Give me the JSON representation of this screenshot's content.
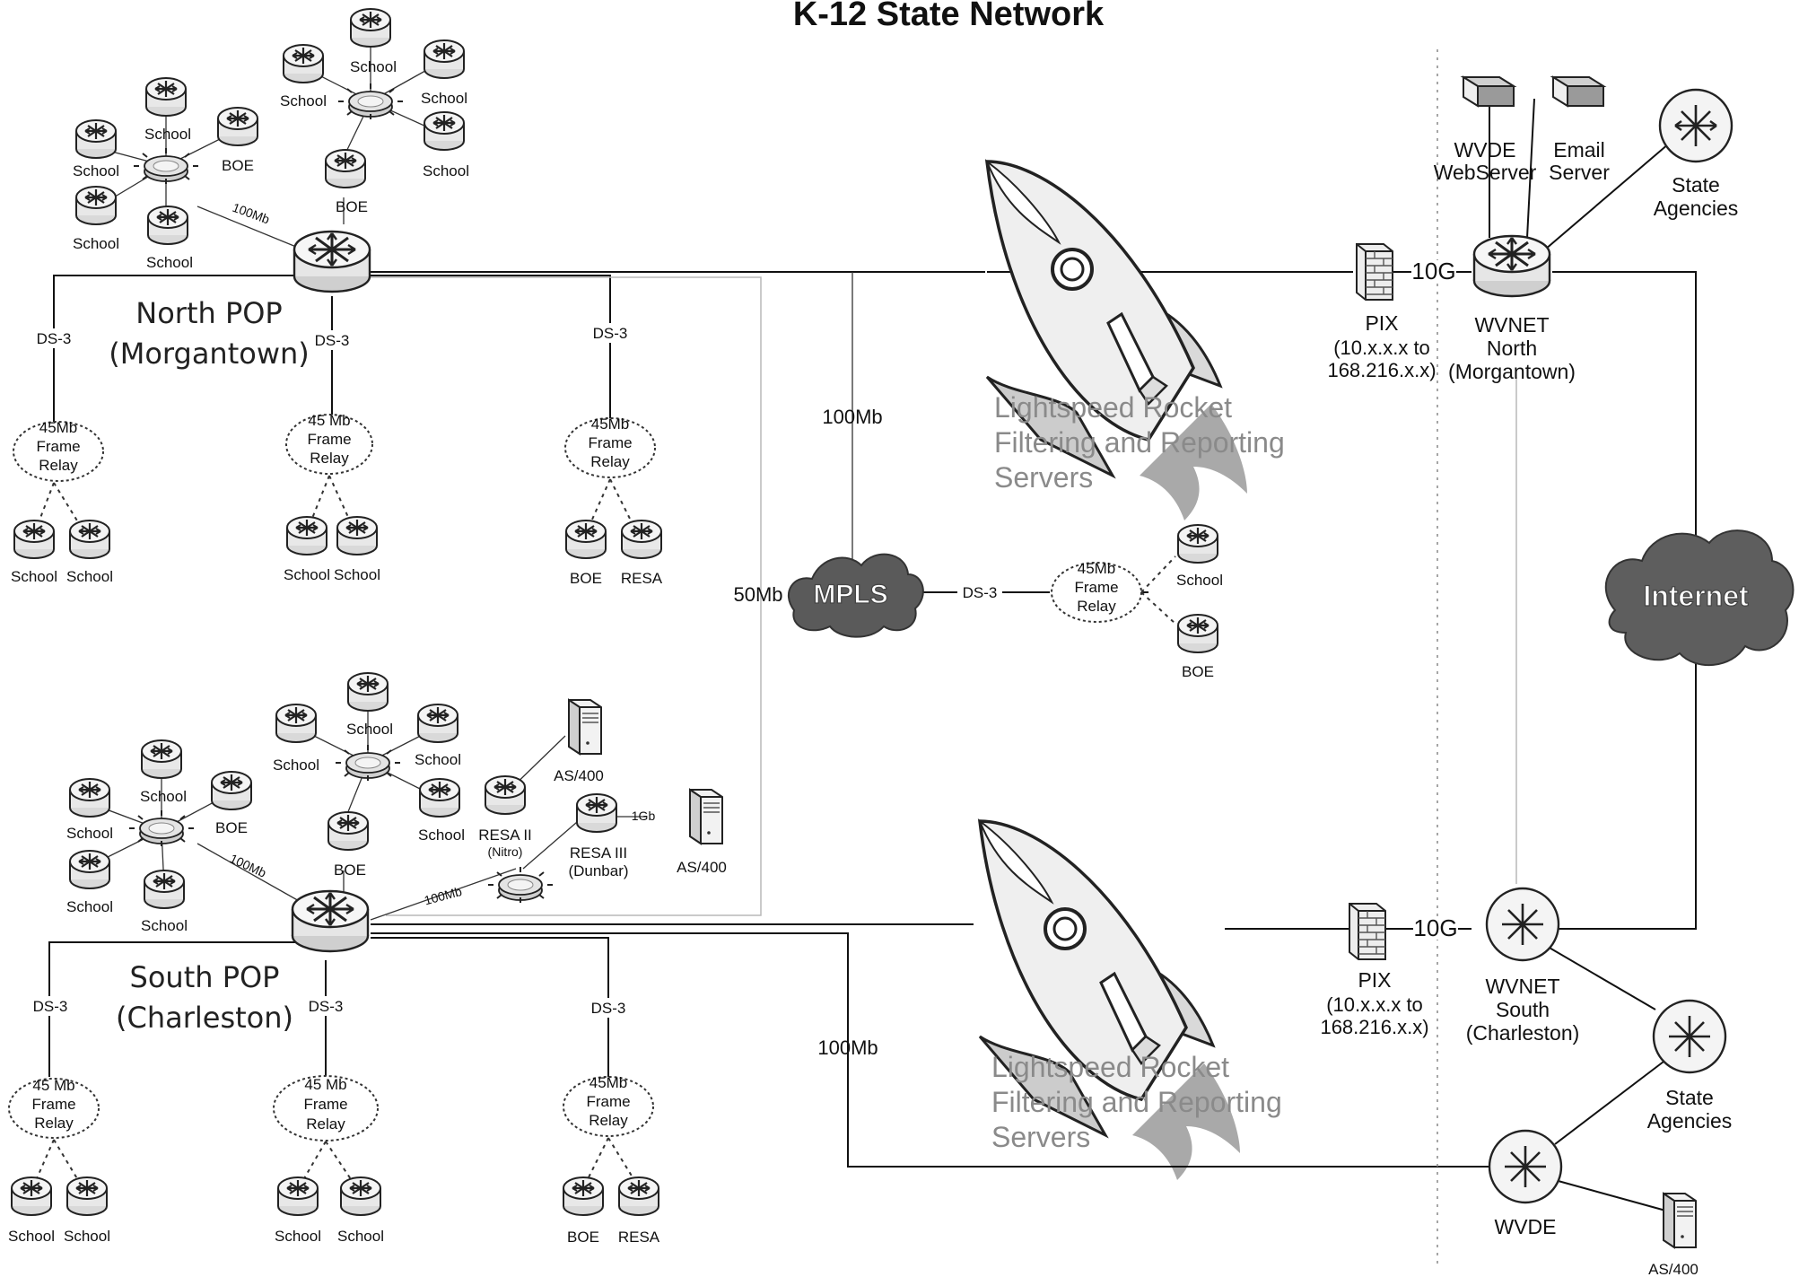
{
  "title": "K-12 State Network",
  "north": {
    "pop_name": "North POP",
    "pop_city": "(Morgantown)",
    "ring_left": {
      "top": "School",
      "left": "School",
      "right": "BOE",
      "lower_left": "School",
      "bottom": "School"
    },
    "ring_right": {
      "top": "School",
      "left": "School",
      "right": "School",
      "lower_right": "School",
      "bottom": "BOE"
    },
    "link_speed_100mb": "100Mb",
    "ds3": "DS-3",
    "frame_relays": [
      {
        "l1": "45Mb",
        "l2": "Frame",
        "l3": "Relay",
        "a": "School",
        "b": "School"
      },
      {
        "l1": "45 Mb",
        "l2": "Frame",
        "l3": "Relay",
        "a": "School",
        "b": "School"
      },
      {
        "l1": "45Mb",
        "l2": "Frame",
        "l3": "Relay",
        "a": "BOE",
        "b": "RESA"
      }
    ]
  },
  "south": {
    "pop_name": "South POP",
    "pop_city": "(Charleston)",
    "ring_left": {
      "top": "School",
      "left": "School",
      "right": "BOE",
      "lower_left": "School",
      "bottom": "School"
    },
    "ring_right": {
      "top": "School",
      "left": "School",
      "right": "School",
      "lower_right": "School",
      "bottom": "BOE"
    },
    "link_speed_100mb": "100Mb",
    "ds3": "DS-3",
    "resa2": {
      "name": "RESA II",
      "city": "(Nitro)"
    },
    "resa3": {
      "name": "RESA III",
      "city": "(Dunbar)"
    },
    "as400_a": "AS/400",
    "as400_b": "AS/400",
    "link_1gb": "1Gb",
    "frame_relays": [
      {
        "l1": "45 Mb",
        "l2": "Frame",
        "l3": "Relay",
        "a": "School",
        "b": "School"
      },
      {
        "l1": "45 Mb",
        "l2": "Frame",
        "l3": "Relay",
        "a": "School",
        "b": "School"
      },
      {
        "l1": "45Mb",
        "l2": "Frame",
        "l3": "Relay",
        "a": "BOE",
        "b": "RESA"
      }
    ]
  },
  "center": {
    "upper_speed": "100Mb",
    "lower_speed": "100Mb",
    "mpls": "MPLS",
    "mpls_speed": "50Mb",
    "ds3": "DS-3",
    "frame_relay": {
      "l1": "45Mb",
      "l2": "Frame",
      "l3": "Relay",
      "a": "School",
      "b": "BOE"
    },
    "rocket_label": [
      "Lightspeed Rocket",
      "Filtering and Reporting",
      "Servers"
    ]
  },
  "right": {
    "servers": {
      "wvde_web_1": "WVDE",
      "wvde_web_2": "WebServer",
      "email_1": "Email",
      "email_2": "Server"
    },
    "state_agencies_1": "State",
    "state_agencies_2": "Agencies",
    "pix": {
      "name": "PIX",
      "range_1": "(10.x.x.x to",
      "range_2": "168.216.x.x)"
    },
    "speed_10g": "10G",
    "wvnet_north": [
      "WVNET",
      "North",
      "(Morgantown)"
    ],
    "wvnet_south": [
      "WVNET",
      "South",
      "(Charleston)"
    ],
    "internet": "Internet",
    "wvde": "WVDE",
    "as400": "AS/400"
  }
}
